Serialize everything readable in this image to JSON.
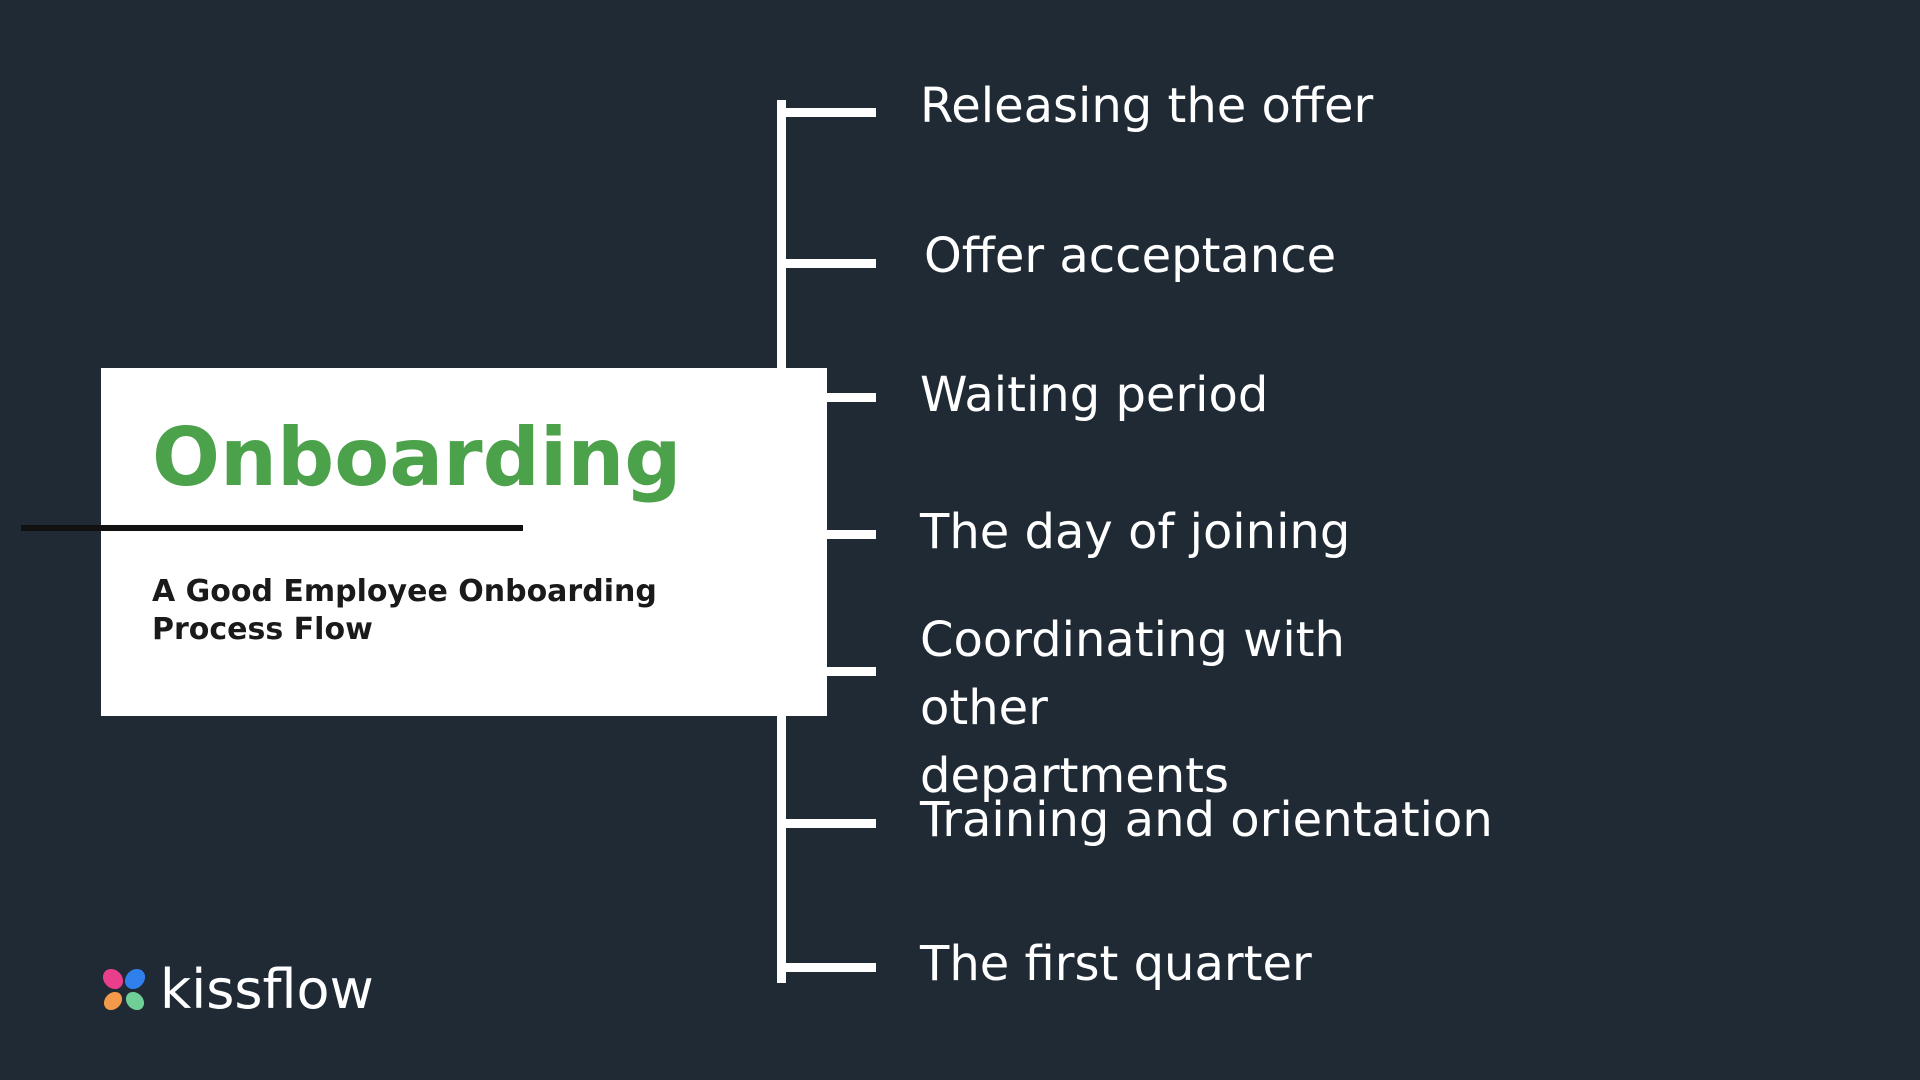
{
  "title": "Onboarding",
  "subtitle": "A Good Employee Onboarding Process Flow",
  "steps": [
    {
      "label": "Releasing the offer"
    },
    {
      "label": "Offer acceptance"
    },
    {
      "label": "Waiting period"
    },
    {
      "label": "The day of joining"
    },
    {
      "label": "Coordinating with other departments"
    },
    {
      "label": "Training and orientation"
    },
    {
      "label": "The first quarter"
    }
  ],
  "logo": {
    "text": "kissflow",
    "icon": "kissflow-butterfly-icon",
    "colors": [
      "#e83e8c",
      "#2f80ed",
      "#f2994a",
      "#6fcf97"
    ]
  },
  "colors": {
    "background": "#1f2a35",
    "accent": "#4ca24a",
    "lines": "#ffffff"
  }
}
